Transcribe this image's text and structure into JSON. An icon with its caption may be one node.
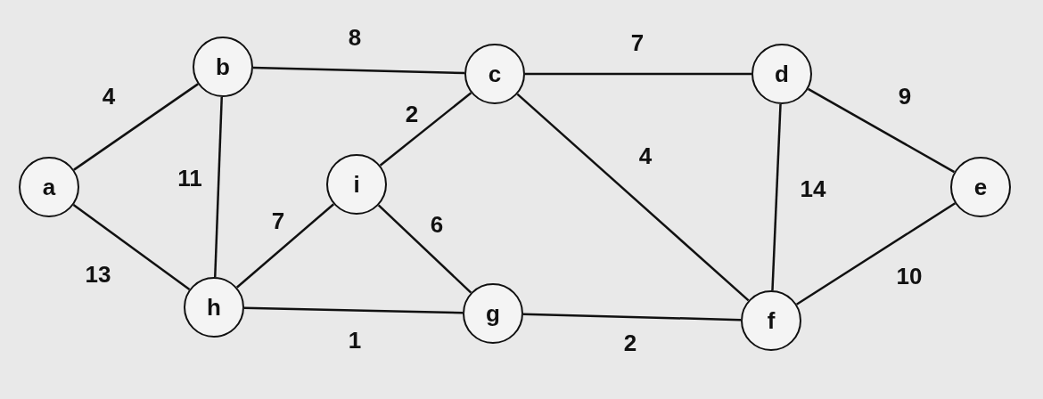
{
  "diagram": {
    "nodes": [
      {
        "text": [
          "a"
        ]
      },
      {
        "text": [
          "b"
        ]
      },
      {
        "text": [
          "c"
        ]
      },
      {
        "text": [
          "d"
        ]
      },
      {
        "text": [
          "e"
        ]
      },
      {
        "text": [
          "f"
        ]
      },
      {
        "text": [
          "g"
        ]
      },
      {
        "text": [
          "h"
        ]
      },
      {
        "text": [
          "i"
        ]
      }
    ],
    "edges": [
      {
        "from": 0,
        "to": 1,
        "arrow": "none",
        "label": "4"
      },
      {
        "from": 0,
        "to": 7,
        "arrow": "none",
        "label": "13"
      },
      {
        "from": 1,
        "to": 2,
        "arrow": "none",
        "label": "8"
      },
      {
        "from": 1,
        "to": 7,
        "arrow": "none",
        "label": "11"
      },
      {
        "from": 2,
        "to": 3,
        "arrow": "none",
        "label": "7"
      },
      {
        "from": 2,
        "to": 8,
        "arrow": "none",
        "label": "2"
      },
      {
        "from": 2,
        "to": 5,
        "arrow": "none",
        "label": "4"
      },
      {
        "from": 3,
        "to": 4,
        "arrow": "none",
        "label": "9"
      },
      {
        "from": 3,
        "to": 5,
        "arrow": "none",
        "label": "14"
      },
      {
        "from": 4,
        "to": 5,
        "arrow": "none",
        "label": "10"
      },
      {
        "from": 8,
        "to": 7,
        "arrow": "none",
        "label": "7"
      },
      {
        "from": 8,
        "to": 6,
        "arrow": "none",
        "label": "6"
      },
      {
        "from": 7,
        "to": 6,
        "arrow": "none",
        "label": "1"
      },
      {
        "from": 6,
        "to": 5,
        "arrow": "none",
        "label": "2"
      }
    ]
  }
}
